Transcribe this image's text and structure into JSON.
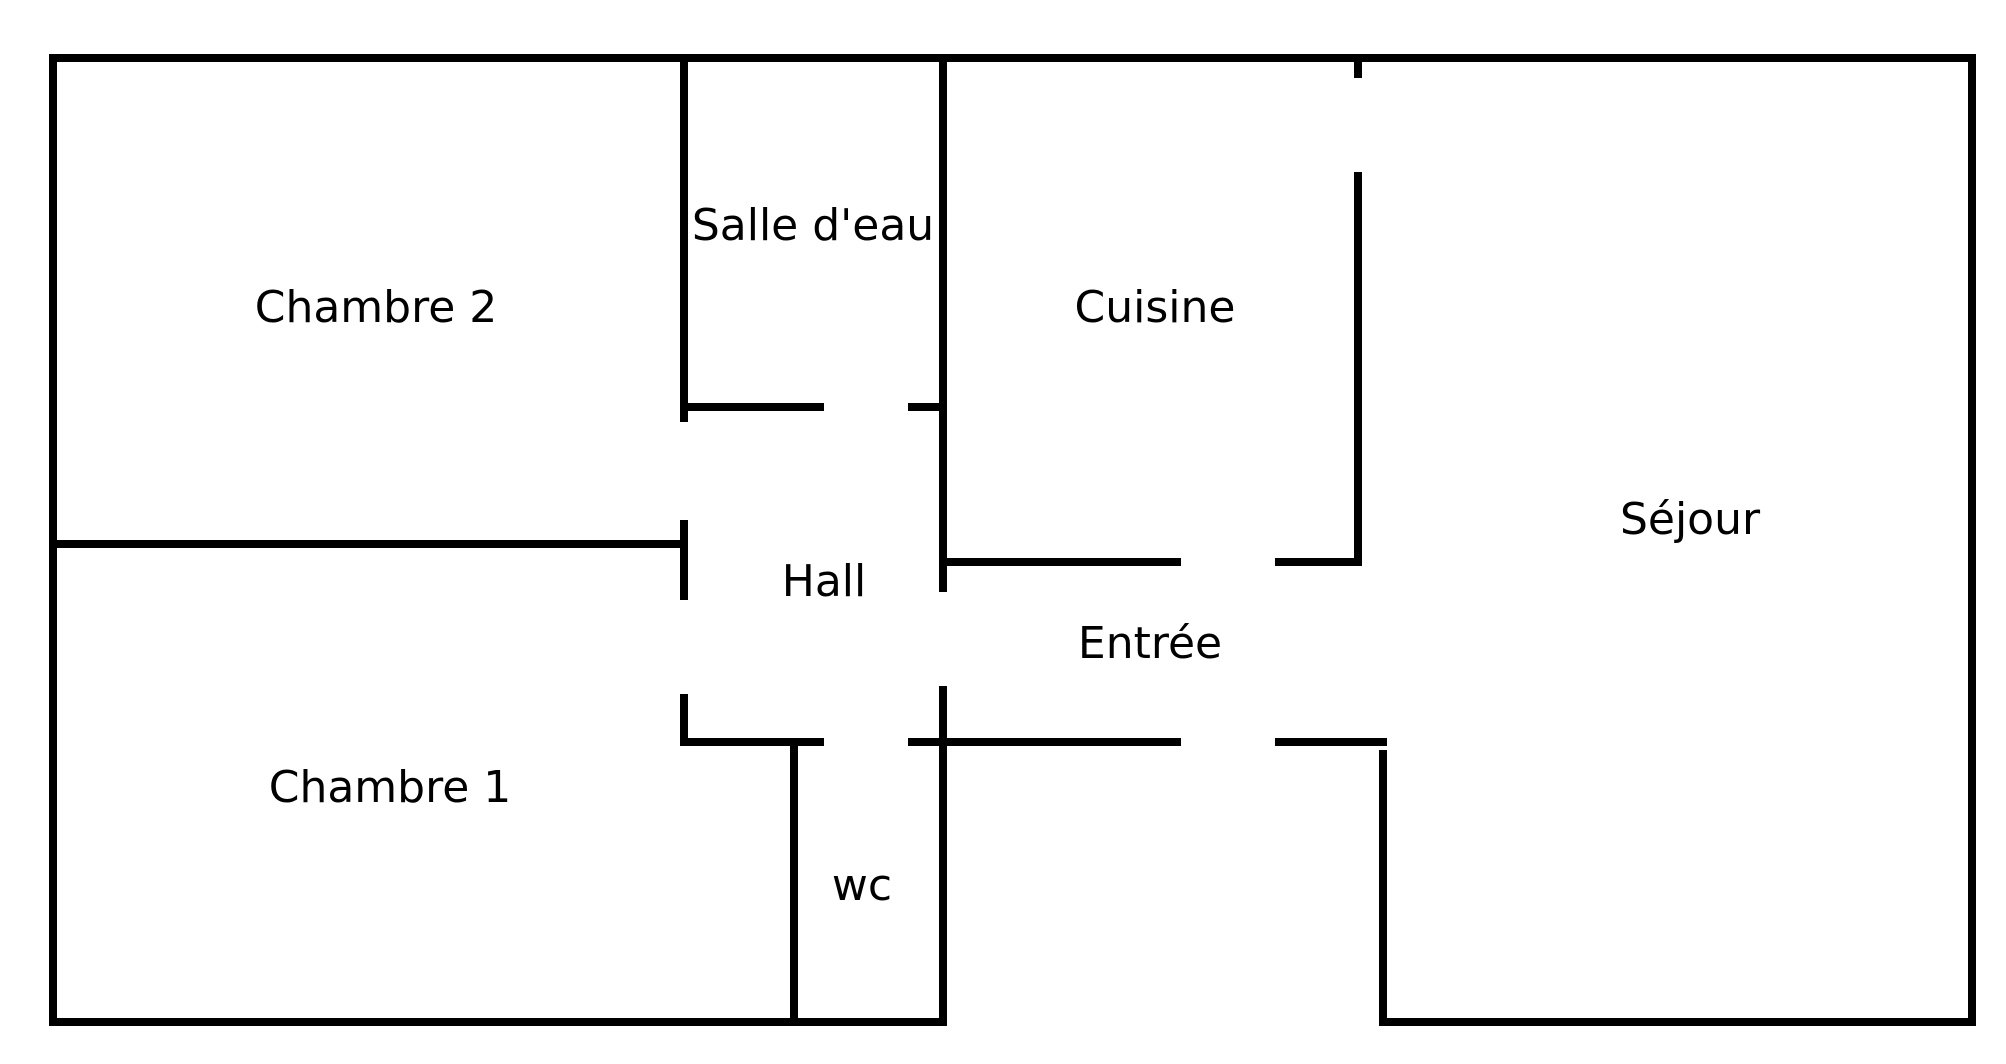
{
  "rooms": {
    "chambre2": "Chambre 2",
    "salle_deau": "Salle d'eau",
    "cuisine": "Cuisine",
    "sejour": "Séjour",
    "hall": "Hall",
    "entree": "Entrée",
    "chambre1": "Chambre 1",
    "wc": "wc"
  },
  "colors": {
    "walls": "#000000",
    "background": "#ffffff"
  }
}
